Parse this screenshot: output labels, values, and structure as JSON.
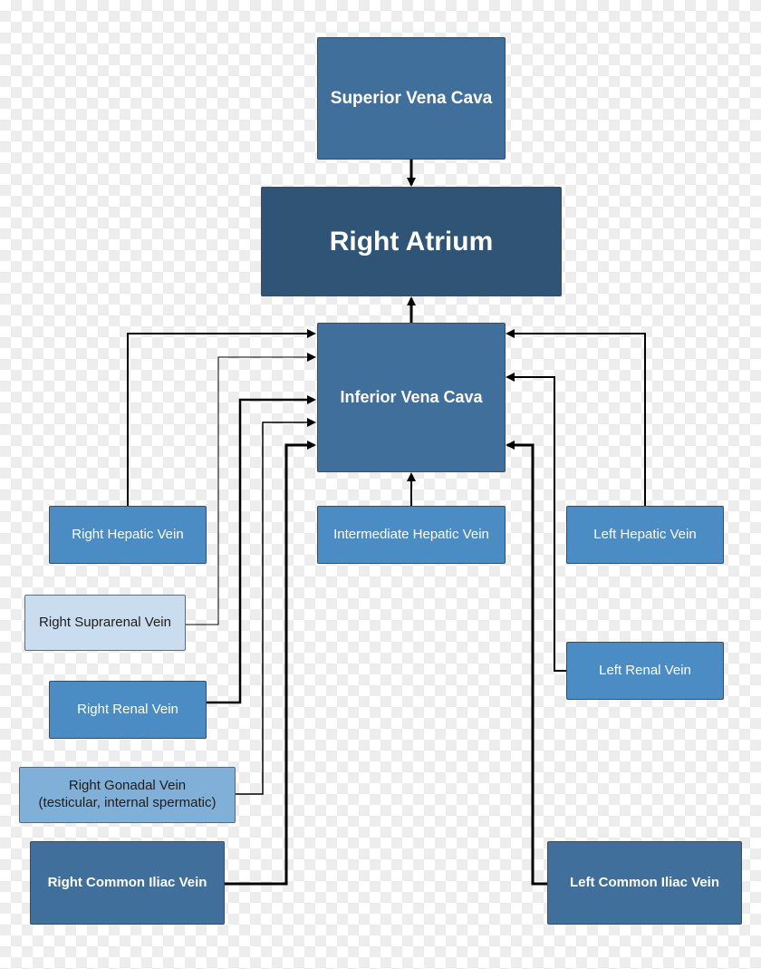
{
  "nodes": {
    "superior_vena_cava": "Superior Vena Cava",
    "right_atrium": "Right Atrium",
    "inferior_vena_cava": "Inferior Vena Cava",
    "right_hepatic_vein": "Right Hepatic Vein",
    "intermediate_hepatic_vein": "Intermediate Hepatic Vein",
    "left_hepatic_vein": "Left Hepatic Vein",
    "right_suprarenal_vein": "Right Suprarenal Vein",
    "left_renal_vein": "Left Renal Vein",
    "right_renal_vein": "Right Renal Vein",
    "right_gonadal_vein_line1": "Right Gonadal Vein",
    "right_gonadal_vein_line2": "(testicular, internal spermatic)",
    "right_common_iliac_vein": "Right Common Iliac Vein",
    "left_common_iliac_vein": "Left Common Iliac Vein"
  },
  "colors": {
    "main_box": "#3f6f9a",
    "atrium_box": "#2f5475",
    "mid_box": "#4b8cc5",
    "light_box": "#c9ddee",
    "pale_box": "#80b0d8",
    "connector": "#000000"
  }
}
